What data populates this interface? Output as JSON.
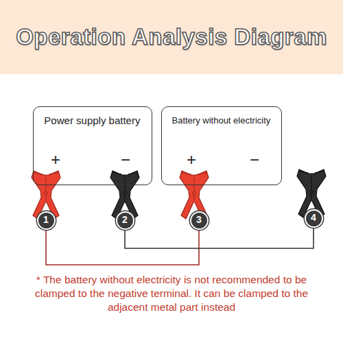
{
  "diagram": {
    "title": "Operation Analysis Diagram",
    "caption": "* The battery without electricity is not recommended to be clamped to the negative terminal. It can be clamped to the adjacent metal part instead",
    "nodes": [
      {
        "text": [
          "Power supply battery",
          "+",
          "−"
        ]
      },
      {
        "text": [
          "Battery without electricity",
          "+",
          "−"
        ]
      },
      {
        "text": [
          "1"
        ]
      },
      {
        "text": [
          "2"
        ]
      },
      {
        "text": [
          "3"
        ]
      },
      {
        "text": [
          "4"
        ]
      }
    ],
    "edges": [
      {
        "from": 2,
        "to": 4,
        "arrow": "none"
      },
      {
        "from": 3,
        "to": 5,
        "arrow": "none"
      }
    ]
  }
}
